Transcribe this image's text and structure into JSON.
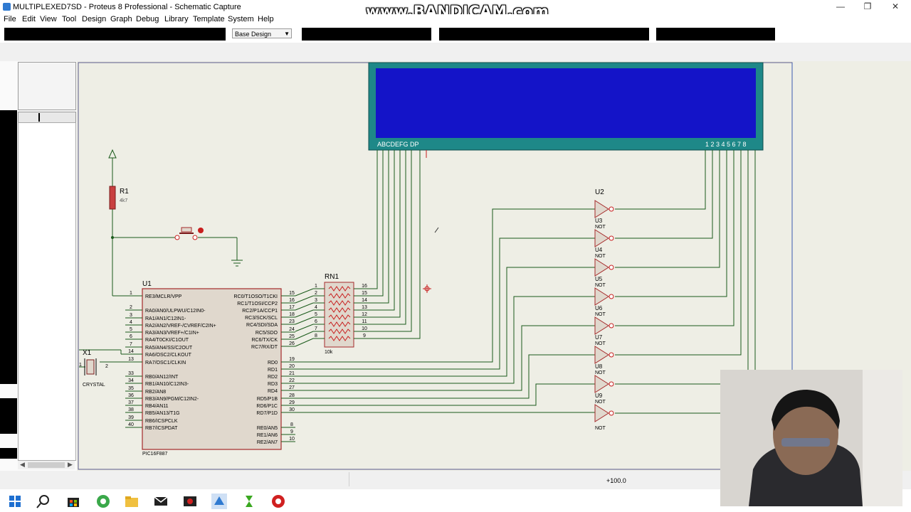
{
  "window": {
    "title": "MULTIPLEXED7SD - Proteus 8 Professional - Schematic Capture",
    "controls": [
      "—",
      "❐",
      "✕"
    ]
  },
  "watermark": "www.BANDICAM.com",
  "menu": [
    "File",
    "Edit",
    "View",
    "Tool",
    "Design",
    "Graph",
    "Debug",
    "Library",
    "Template",
    "System",
    "Help"
  ],
  "toolbar": {
    "layer_select": "Base Design"
  },
  "status": {
    "coordinate": "+100.0"
  },
  "schematic": {
    "display": {
      "segment_labels": "ABCDEFG  DP",
      "digit_labels": "1 2 3 4 5 6 7 8"
    },
    "r1": {
      "ref": "R1",
      "value": "4k7"
    },
    "u1": {
      "ref": "U1",
      "part": "PIC16F887",
      "left_pins": [
        "RE3/MCLR/VPP",
        "RA0/AN0/ULPWU/C12IN0-",
        "RA1/AN1/C12IN1-",
        "RA2/AN2/VREF-/CVREF/C2IN+",
        "RA3/AN3/VREF+/C1IN+",
        "RA4/T0CKI/C1OUT",
        "RA5/AN4/SS/C2OUT",
        "RA6/OSC2/CLKOUT",
        "RA7/OSC1/CLKIN",
        "RB0/AN12/INT",
        "RB1/AN10/C12IN3-",
        "RB2/AN8",
        "RB3/AN9/PGM/C12IN2-",
        "RB4/AN11",
        "RB5/AN13/T1G",
        "RB6/ICSPCLK",
        "RB7/ICSPDAT"
      ],
      "left_nums": [
        "1",
        "2",
        "3",
        "4",
        "5",
        "6",
        "7",
        "14",
        "13",
        "33",
        "34",
        "35",
        "36",
        "37",
        "38",
        "39",
        "40"
      ],
      "right_pins": [
        "RC0/T1OSO/T1CKI",
        "RC1/T1OSI/CCP2",
        "RC2/P1A/CCP1",
        "RC3/SCK/SCL",
        "RC4/SDI/SDA",
        "RC5/SDO",
        "RC6/TX/CK",
        "RC7/RX/DT",
        "RD0",
        "RD1",
        "RD2",
        "RD3",
        "RD4",
        "RD5/P1B",
        "RD6/P1C",
        "RD7/P1D",
        "RE0/AN5",
        "RE1/AN6",
        "RE2/AN7"
      ],
      "right_nums": [
        "15",
        "16",
        "17",
        "18",
        "23",
        "24",
        "25",
        "26",
        "19",
        "20",
        "21",
        "22",
        "27",
        "28",
        "29",
        "30",
        "8",
        "9",
        "10"
      ]
    },
    "rn1": {
      "ref": "RN1",
      "value": "10k",
      "left_nums": [
        "1",
        "2",
        "3",
        "4",
        "5",
        "6",
        "7",
        "8"
      ],
      "right_nums": [
        "16",
        "15",
        "14",
        "13",
        "12",
        "11",
        "10",
        "9"
      ]
    },
    "x1": {
      "ref": "X1",
      "value": "CRYSTAL",
      "pin_left": "1",
      "pin_right": "2"
    },
    "gates": [
      {
        "ref": "U2",
        "part": ""
      },
      {
        "ref": "U3",
        "part": "NOT"
      },
      {
        "ref": "U4",
        "part": "NOT"
      },
      {
        "ref": "U5",
        "part": "NOT"
      },
      {
        "ref": "U6",
        "part": "NOT"
      },
      {
        "ref": "U7",
        "part": "NOT"
      },
      {
        "ref": "U8",
        "part": "NOT"
      },
      {
        "ref": "U9",
        "part": "NOT"
      }
    ]
  },
  "colors": {
    "sheet": "#eeeee5",
    "component_fill": "#e0d8cd",
    "component_border": "#a52a2a",
    "wire": "#1a5a1a",
    "lcd_frame": "#1e8888",
    "lcd_panel": "#1414c8",
    "pin_dot": "#c81e1e"
  }
}
